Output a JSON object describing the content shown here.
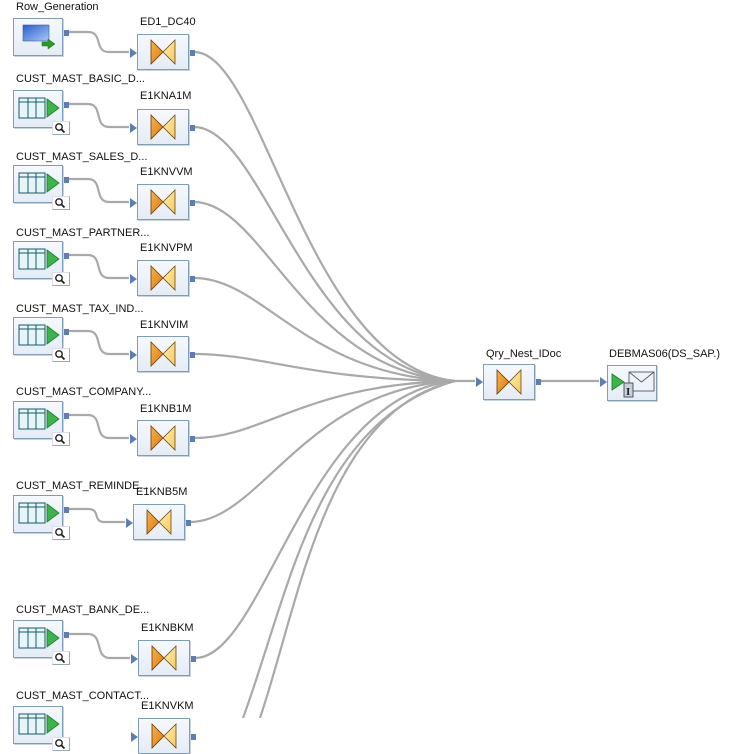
{
  "diagram": {
    "type": "data-flow",
    "sources": [
      {
        "label": "Row_Generation",
        "kind": "row-generation",
        "icon": "row-generation-icon"
      },
      {
        "label": "CUST_MAST_BASIC_D...",
        "kind": "table",
        "icon": "table-source-icon"
      },
      {
        "label": "CUST_MAST_SALES_D...",
        "kind": "table",
        "icon": "table-source-icon"
      },
      {
        "label": "CUST_MAST_PARTNER...",
        "kind": "table",
        "icon": "table-source-icon"
      },
      {
        "label": "CUST_MAST_TAX_IND...",
        "kind": "table",
        "icon": "table-source-icon"
      },
      {
        "label": "CUST_MAST_COMPANY...",
        "kind": "table",
        "icon": "table-source-icon"
      },
      {
        "label": "CUST_MAST_REMINDE...",
        "kind": "table",
        "icon": "table-source-icon"
      },
      {
        "label": "CUST_MAST_BANK_DE...",
        "kind": "table",
        "icon": "table-source-icon"
      },
      {
        "label": "CUST_MAST_CONTACT...",
        "kind": "table",
        "icon": "table-source-icon"
      }
    ],
    "queries": [
      {
        "label": "ED1_DC40"
      },
      {
        "label": "E1KNA1M"
      },
      {
        "label": "E1KNVVM"
      },
      {
        "label": "E1KNVPM"
      },
      {
        "label": "E1KNVIM"
      },
      {
        "label": "E1KNB1M"
      },
      {
        "label": "E1KNB5M"
      },
      {
        "label": "E1KNBKM"
      },
      {
        "label": "E1KNVKM"
      }
    ],
    "nest_query": {
      "label": "Qry_Nest_IDoc",
      "icon": "query-transform-icon"
    },
    "target": {
      "label": "DEBMAS06(DS_SAP.)",
      "icon": "idoc-message-target-icon"
    },
    "colors": {
      "wire": "#a9a9a9",
      "port": "#5b7fb5",
      "box_border": "#7f9db9",
      "query_left": "#e07a10",
      "query_right": "#f5c860",
      "arrow_green": "#3bb54a"
    }
  }
}
